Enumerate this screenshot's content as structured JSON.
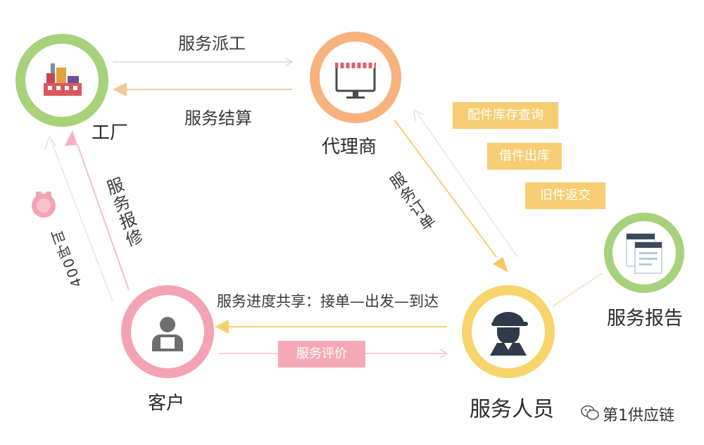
{
  "nodes": {
    "factory": "工厂",
    "agent": "代理商",
    "customer": "客户",
    "staff": "服务人员",
    "report": "服务报告"
  },
  "edges": {
    "dispatch": "服务派工",
    "settlement": "服务结算",
    "order": "服务订单",
    "repair": "服务报修",
    "hotline": "400呼叫",
    "progress": "服务进度共享：接单—出发—到达"
  },
  "badges": {
    "parts_query": "配件库存查询",
    "borrow_parts": "借件出库",
    "return_old": "旧件返交",
    "evaluation": "服务评价"
  },
  "watermark": "第1供应链",
  "colors": {
    "green_ring": "#a5d27a",
    "orange_ring": "#f7b27d",
    "pink_ring": "#f4a3b4",
    "yellow_ring": "#f8d46c",
    "badge_yellow": "#f6cd72",
    "badge_pink": "#f5a9b6"
  },
  "icons": [
    "factory-icon",
    "shop-icon",
    "user-icon",
    "worker-icon",
    "document-icon",
    "phone-icon",
    "wechat-icon"
  ]
}
